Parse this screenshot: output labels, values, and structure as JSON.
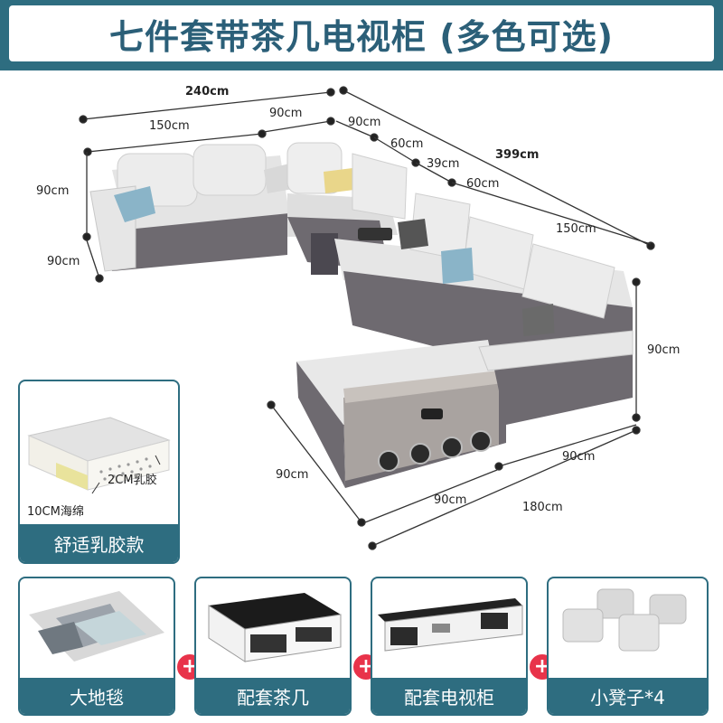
{
  "title": "七件套带茶几电视柜 (多色可选)",
  "dimensions": {
    "d240": "240cm",
    "d150_top": "150cm",
    "d90_top": "90cm",
    "d90_corner": "90cm",
    "d60_a": "60cm",
    "d39": "39cm",
    "d399": "399cm",
    "d60_b": "60cm",
    "d150_right": "150cm",
    "d90_left_upper": "90cm",
    "d90_left_lower": "90cm",
    "d90_right": "90cm",
    "d90_bottom_left": "90cm",
    "d90_bottom_right": "90cm",
    "d90_bottom_mid": "90cm",
    "d180": "180cm"
  },
  "latex": {
    "label": "舒适乳胶款",
    "layer_latex": "2CM乳胶",
    "layer_sponge": "10CM海绵"
  },
  "options": [
    {
      "label": "大地毯",
      "icon": "rug-icon"
    },
    {
      "label": "配套茶几",
      "icon": "coffee-table-icon"
    },
    {
      "label": "配套电视柜",
      "icon": "tv-cabinet-icon"
    },
    {
      "label": "小凳子*4",
      "icon": "stools-icon"
    }
  ],
  "plus_symbol": "+",
  "colors": {
    "brand": "#2e6d80",
    "title_text": "#2b5f78",
    "plus": "#e8334a",
    "sofa_leather": "#e9e9e9",
    "sofa_base": "#6e6a70"
  }
}
